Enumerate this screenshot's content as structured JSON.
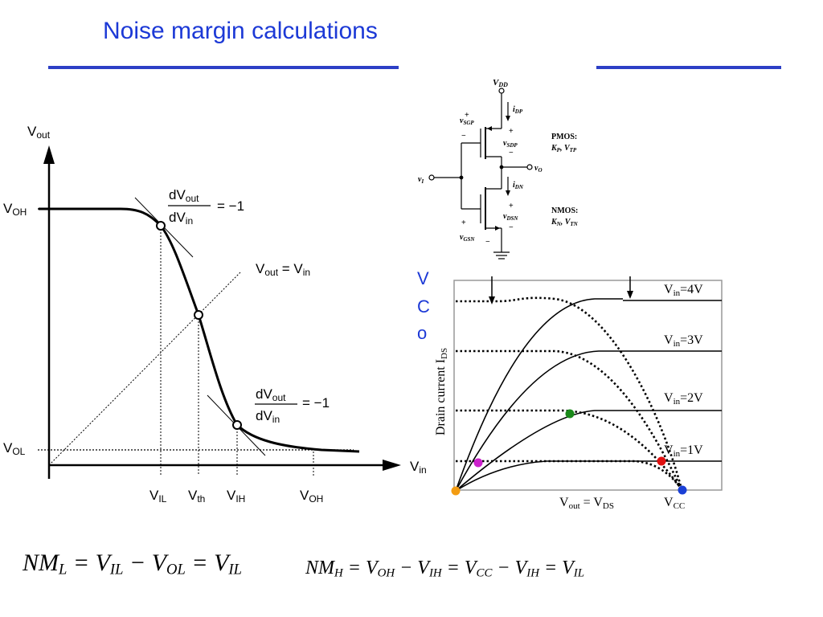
{
  "slide": {
    "title": "Noise margin calculations"
  },
  "vtc_plot": {
    "y_axis_label": "V",
    "y_axis_sub": "out",
    "x_axis_label": "V",
    "x_axis_sub": "in",
    "level_labels": {
      "voh": {
        "main": "V",
        "sub": "OH"
      },
      "vol": {
        "main": "V",
        "sub": "OL"
      }
    },
    "x_ticks": [
      {
        "main": "V",
        "sub": "IL"
      },
      {
        "main": "V",
        "sub": "th"
      },
      {
        "main": "V",
        "sub": "IH"
      },
      {
        "main": "V",
        "sub": "OH"
      }
    ],
    "slope_annotation": {
      "num_main": "dV",
      "num_sub": "out",
      "den_main": "dV",
      "den_sub": "in",
      "value": "= −1"
    },
    "unity_line_label": {
      "lhs_main": "V",
      "lhs_sub": "out",
      "eq": " = ",
      "rhs_main": "V",
      "rhs_sub": "in"
    }
  },
  "circuit": {
    "labels": {
      "vdd": "V",
      "vdd_sub": "DD",
      "idp": "i",
      "idp_sub": "DP",
      "vsgp": "v",
      "vsgp_sub": "SGP",
      "vsdp": "v",
      "vsdp_sub": "SDP",
      "vi": "v",
      "vi_sub": "I",
      "vo": "v",
      "vo_sub": "O",
      "idn": "i",
      "idn_sub": "DN",
      "vdsn": "v",
      "vdsn_sub": "DSN",
      "vgsn": "v",
      "vgsn_sub": "GSN",
      "pmos_title": "PMOS:",
      "pmos_params": "K",
      "pmos_params_sub": "P",
      "pmos_params2": ", V",
      "pmos_params2_sub": "TP",
      "nmos_title": "NMOS:",
      "nmos_params": "K",
      "nmos_params_sub": "N",
      "nmos_params2": ", V",
      "nmos_params2_sub": "TN",
      "plus": "+",
      "minus": "−"
    }
  },
  "iv_plot": {
    "side_letters": [
      "V",
      "C",
      "o"
    ],
    "y_axis_label": "Drain current I",
    "y_axis_sub": "DS",
    "x_axis_label": "V",
    "x_axis_sub1": "out",
    "x_axis_eq": " = V",
    "x_axis_sub2": "DS",
    "vcc_label": "V",
    "vcc_sub": "CC",
    "curves": [
      {
        "main": "V",
        "sub": "in",
        "value": "=4V"
      },
      {
        "main": "V",
        "sub": "in",
        "value": "=3V"
      },
      {
        "main": "V",
        "sub": "in",
        "value": "=2V"
      },
      {
        "main": "V",
        "sub": "in",
        "value": "=1V"
      }
    ],
    "colors": {
      "origin_dot": "#f39c12",
      "vin1_left_dot": "#cc22cc",
      "vin2_dot": "#1a8a1a",
      "vin1_right_dot": "#e01010",
      "vcc_dot": "#1a3fd6"
    }
  },
  "equations": {
    "nml": {
      "p1": "NM",
      "s1": "L",
      "p2": " = V",
      "s2": "IL",
      "p3": " − V",
      "s3": "OL",
      "p4": " = V",
      "s4": "IL"
    },
    "nmh": {
      "p1": "NM",
      "s1": "H",
      "p2": " = V",
      "s2": "OH",
      "p3": " − V",
      "s3": "IH",
      "p4": " = V",
      "s4": "CC",
      "p5": " − V",
      "s5": "IH",
      "p6": " = V",
      "s6": "IL"
    }
  }
}
